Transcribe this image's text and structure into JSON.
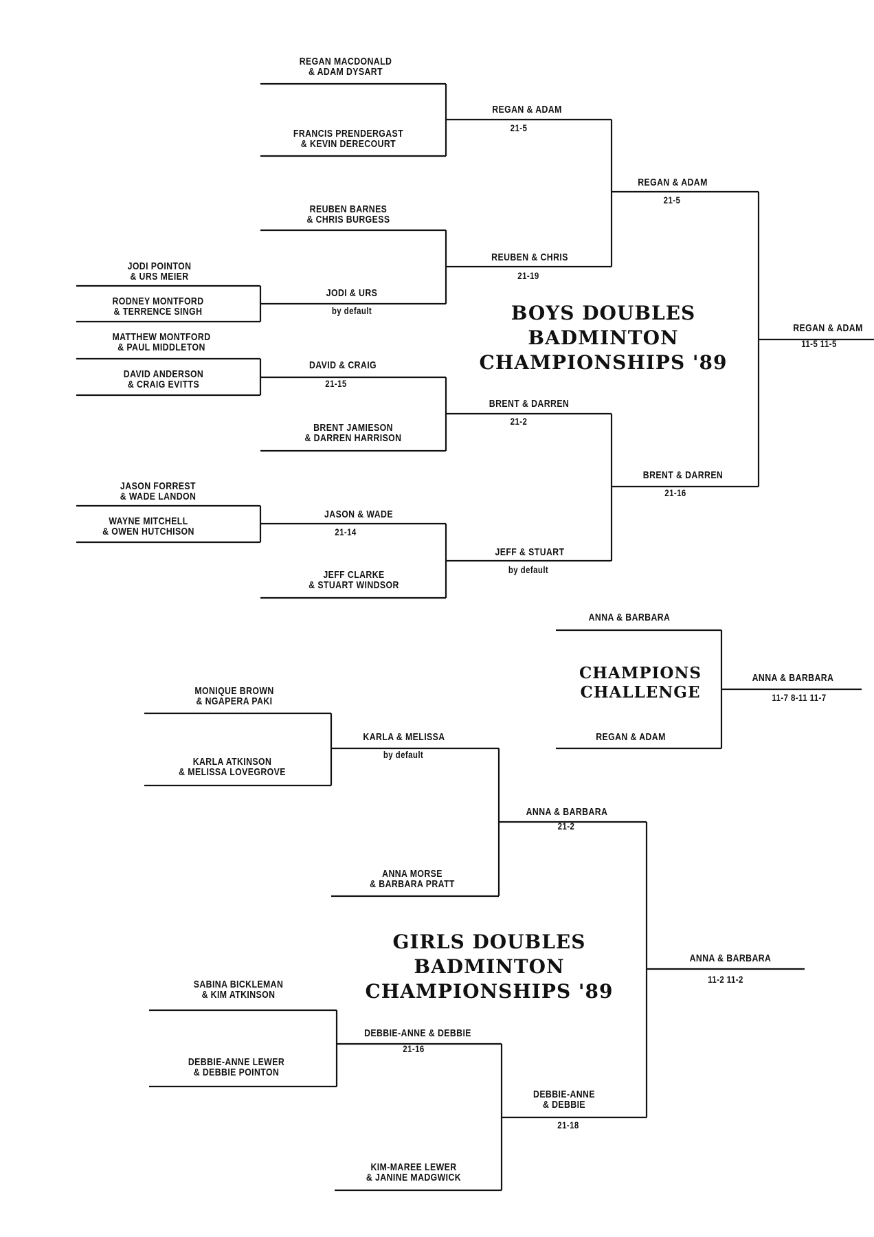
{
  "boys": {
    "title": [
      "BOYS DOUBLES",
      "BADMINTON",
      "CHAMPIONSHIPS '89"
    ],
    "round1": [
      [
        "JODI POINTON",
        "& URS MEIER"
      ],
      [
        "RODNEY MONTFORD",
        "& TERRENCE SINGH"
      ],
      [
        "MATTHEW MONTFORD",
        "& PAUL MIDDLETON"
      ],
      [
        "DAVID ANDERSON",
        "& CRAIG EVITTS"
      ],
      [
        "JASON FORREST",
        "& WADE LANDON"
      ],
      [
        "WAYNE MITCHELL",
        "& OWEN HUTCHISON"
      ]
    ],
    "round2": [
      {
        "name": [
          "REGAN MACDONALD",
          "& ADAM DYSART"
        ]
      },
      {
        "name": [
          "FRANCIS PRENDERGAST",
          "& KEVIN DERECOURT"
        ]
      },
      {
        "name": [
          "REUBEN BARNES",
          "& CHRIS BURGESS"
        ]
      },
      {
        "name": "JODI & URS",
        "score": "by default"
      },
      {
        "name": "DAVID & CRAIG",
        "score": "21-15"
      },
      {
        "name": [
          "BRENT JAMIESON",
          "& DARREN HARRISON"
        ]
      },
      {
        "name": "JASON & WADE",
        "score": "21-14"
      },
      {
        "name": [
          "JEFF CLARKE",
          "& STUART WINDSOR"
        ]
      }
    ],
    "quarter": [
      {
        "name": "REGAN & ADAM",
        "score": "21-5"
      },
      {
        "name": "REUBEN & CHRIS",
        "score": "21-19"
      },
      {
        "name": "BRENT & DARREN",
        "score": "21-2"
      },
      {
        "name": "JEFF & STUART",
        "score": "by default"
      }
    ],
    "semi": [
      {
        "name": "REGAN & ADAM",
        "score": "21-5"
      },
      {
        "name": "BRENT & DARREN",
        "score": "21-16"
      }
    ],
    "final": {
      "name": "REGAN & ADAM",
      "score": "11-5  11-5"
    }
  },
  "champions_challenge": {
    "title": [
      "CHAMPIONS",
      "CHALLENGE"
    ],
    "team_a": "ANNA & BARBARA",
    "team_b": "REGAN & ADAM",
    "winner": {
      "name": "ANNA & BARBARA",
      "score": "11-7  8-11  11-7"
    }
  },
  "girls": {
    "title": [
      "GIRLS DOUBLES",
      "BADMINTON",
      "CHAMPIONSHIPS '89"
    ],
    "round1": [
      [
        "MONIQUE BROWN",
        "& NGAPERA PAKI"
      ],
      [
        "KARLA ATKINSON",
        "& MELISSA LOVEGROVE"
      ],
      [
        "SABINA BICKLEMAN",
        "& KIM ATKINSON"
      ],
      [
        "DEBBIE-ANNE LEWER",
        "& DEBBIE POINTON"
      ]
    ],
    "round2": [
      {
        "name": "KARLA & MELISSA",
        "score": "by default"
      },
      {
        "name": [
          "ANNA MORSE",
          "& BARBARA PRATT"
        ]
      },
      {
        "name": "DEBBIE-ANNE & DEBBIE",
        "score": "21-16"
      },
      {
        "name": [
          "KIM-MAREE LEWER",
          "& JANINE MADGWICK"
        ]
      }
    ],
    "semi": [
      {
        "name": "ANNA & BARBARA",
        "score": "21-2"
      },
      {
        "name": [
          "DEBBIE-ANNE",
          "& DEBBIE"
        ],
        "score": "21-18"
      }
    ],
    "final": {
      "name": "ANNA & BARBARA",
      "score": "11-2  11-2"
    }
  }
}
